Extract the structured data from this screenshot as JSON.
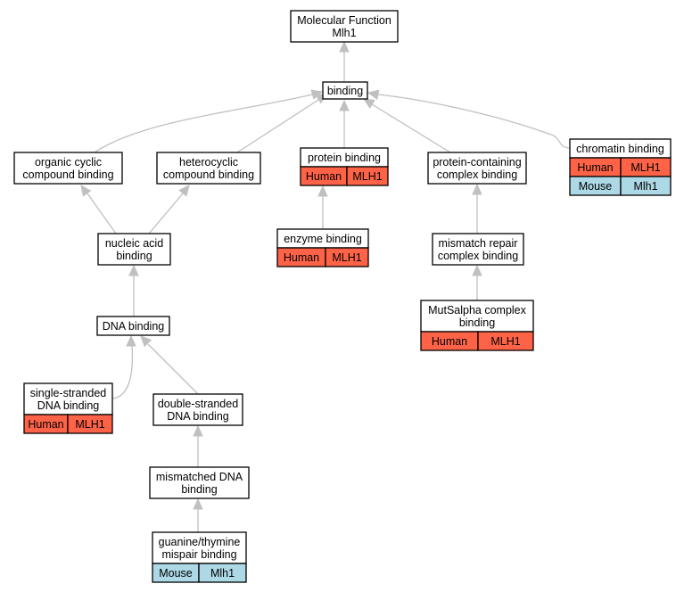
{
  "colors": {
    "human": "#ff6347",
    "mouse": "#add8e6",
    "edge": "#c0c0c0"
  },
  "nodes": {
    "root": {
      "lines": [
        "Molecular Function",
        "Mlh1"
      ]
    },
    "binding": {
      "lines": [
        "binding"
      ]
    },
    "organic": {
      "lines": [
        "organic cyclic",
        "compound binding"
      ]
    },
    "hetero": {
      "lines": [
        "heterocyclic",
        "compound binding"
      ]
    },
    "protein": {
      "lines": [
        "protein binding"
      ],
      "annotations": [
        {
          "species": "Human",
          "gene": "MLH1"
        }
      ]
    },
    "protcomplex": {
      "lines": [
        "protein-containing",
        "complex binding"
      ]
    },
    "chromatin": {
      "lines": [
        "chromatin binding"
      ],
      "annotations": [
        {
          "species": "Human",
          "gene": "MLH1"
        },
        {
          "species": "Mouse",
          "gene": "Mlh1"
        }
      ]
    },
    "nucleic": {
      "lines": [
        "nucleic acid",
        "binding"
      ]
    },
    "enzyme": {
      "lines": [
        "enzyme binding"
      ],
      "annotations": [
        {
          "species": "Human",
          "gene": "MLH1"
        }
      ]
    },
    "mmrcomplex": {
      "lines": [
        "mismatch repair",
        "complex binding"
      ]
    },
    "dna": {
      "lines": [
        "DNA binding"
      ]
    },
    "mutsalpha": {
      "lines": [
        "MutSalpha complex",
        "binding"
      ],
      "annotations": [
        {
          "species": "Human",
          "gene": "MLH1"
        }
      ]
    },
    "ssdna": {
      "lines": [
        "single-stranded",
        "DNA binding"
      ],
      "annotations": [
        {
          "species": "Human",
          "gene": "MLH1"
        }
      ]
    },
    "dsdna": {
      "lines": [
        "double-stranded",
        "DNA binding"
      ]
    },
    "mismatched": {
      "lines": [
        "mismatched DNA",
        "binding"
      ]
    },
    "guanine": {
      "lines": [
        "guanine/thymine",
        "mispair binding"
      ],
      "annotations": [
        {
          "species": "Mouse",
          "gene": "Mlh1"
        }
      ]
    }
  }
}
